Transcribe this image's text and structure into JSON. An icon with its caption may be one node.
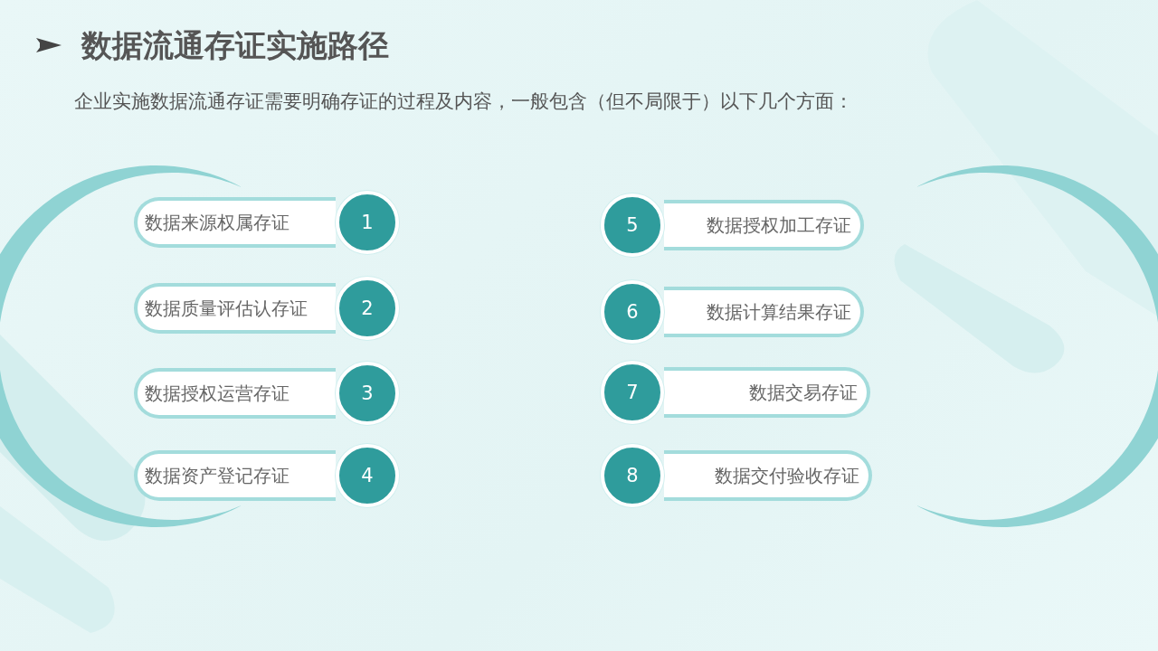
{
  "diagram": {
    "title": "数据流通存证实施路径",
    "nodes": [
      {
        "text": [
          "数据来源权属存证"
        ]
      },
      {
        "text": [
          "1"
        ]
      },
      {
        "text": [
          "数据质量评估认存证"
        ]
      },
      {
        "text": [
          "2"
        ]
      },
      {
        "text": [
          "数据授权运营存证"
        ]
      },
      {
        "text": [
          "3"
        ]
      },
      {
        "text": [
          "数据资产登记存证"
        ]
      },
      {
        "text": [
          "4"
        ]
      },
      {
        "text": [
          "数据授权加工存证"
        ]
      },
      {
        "text": [
          "5"
        ]
      },
      {
        "text": [
          "数据计算结果存证"
        ]
      },
      {
        "text": [
          "6"
        ]
      },
      {
        "text": [
          "数据交易存证"
        ]
      },
      {
        "text": [
          "7"
        ]
      },
      {
        "text": [
          "数据交付验收存证"
        ]
      },
      {
        "text": [
          "8"
        ]
      }
    ],
    "labels": [
      "企业实施数据流通存证需要明确存证的过程及内容，一般包含（但不局限于）以下几个方面："
    ]
  }
}
